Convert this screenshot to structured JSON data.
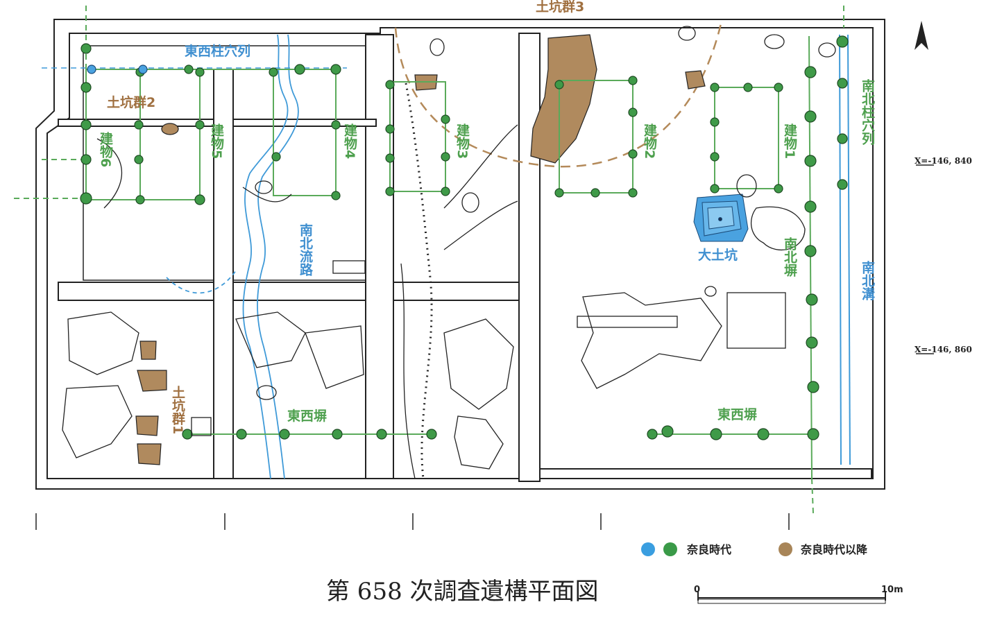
{
  "title": "第 658 次調査遺構平面図",
  "north_arrow": "north-arrow",
  "coordinates": [
    "X=-146, 840",
    "X=-146, 860"
  ],
  "legend": {
    "items": [
      {
        "label": "奈良時代",
        "colors": [
          "#3a9ee0",
          "#3a9a48"
        ]
      },
      {
        "label": "奈良時代以降",
        "colors": [
          "#a88558"
        ]
      }
    ]
  },
  "scale": {
    "start": "0",
    "end": "10m"
  },
  "features": {
    "ew_pillar_row": "東西柱穴列",
    "ns_pillar_row": "南北柱穴列",
    "ns_stream": "南北流路",
    "ns_ditch": "南北溝",
    "large_pit": "大土坑",
    "ns_fence": "南北塀",
    "ew_fence_west": "東西塀",
    "ew_fence_east": "東西塀",
    "pit_group_1": "土坑群1",
    "pit_group_2": "土坑群2",
    "pit_group_3": "土坑群3",
    "building_1": "建物1",
    "building_2": "建物2",
    "building_3": "建物3",
    "building_4": "建物4",
    "building_5": "建物5",
    "building_6": "建物6"
  },
  "colors": {
    "green": "#4ea04e",
    "blue": "#3f8fd0",
    "brown": "#a88558",
    "line": "#222222"
  }
}
